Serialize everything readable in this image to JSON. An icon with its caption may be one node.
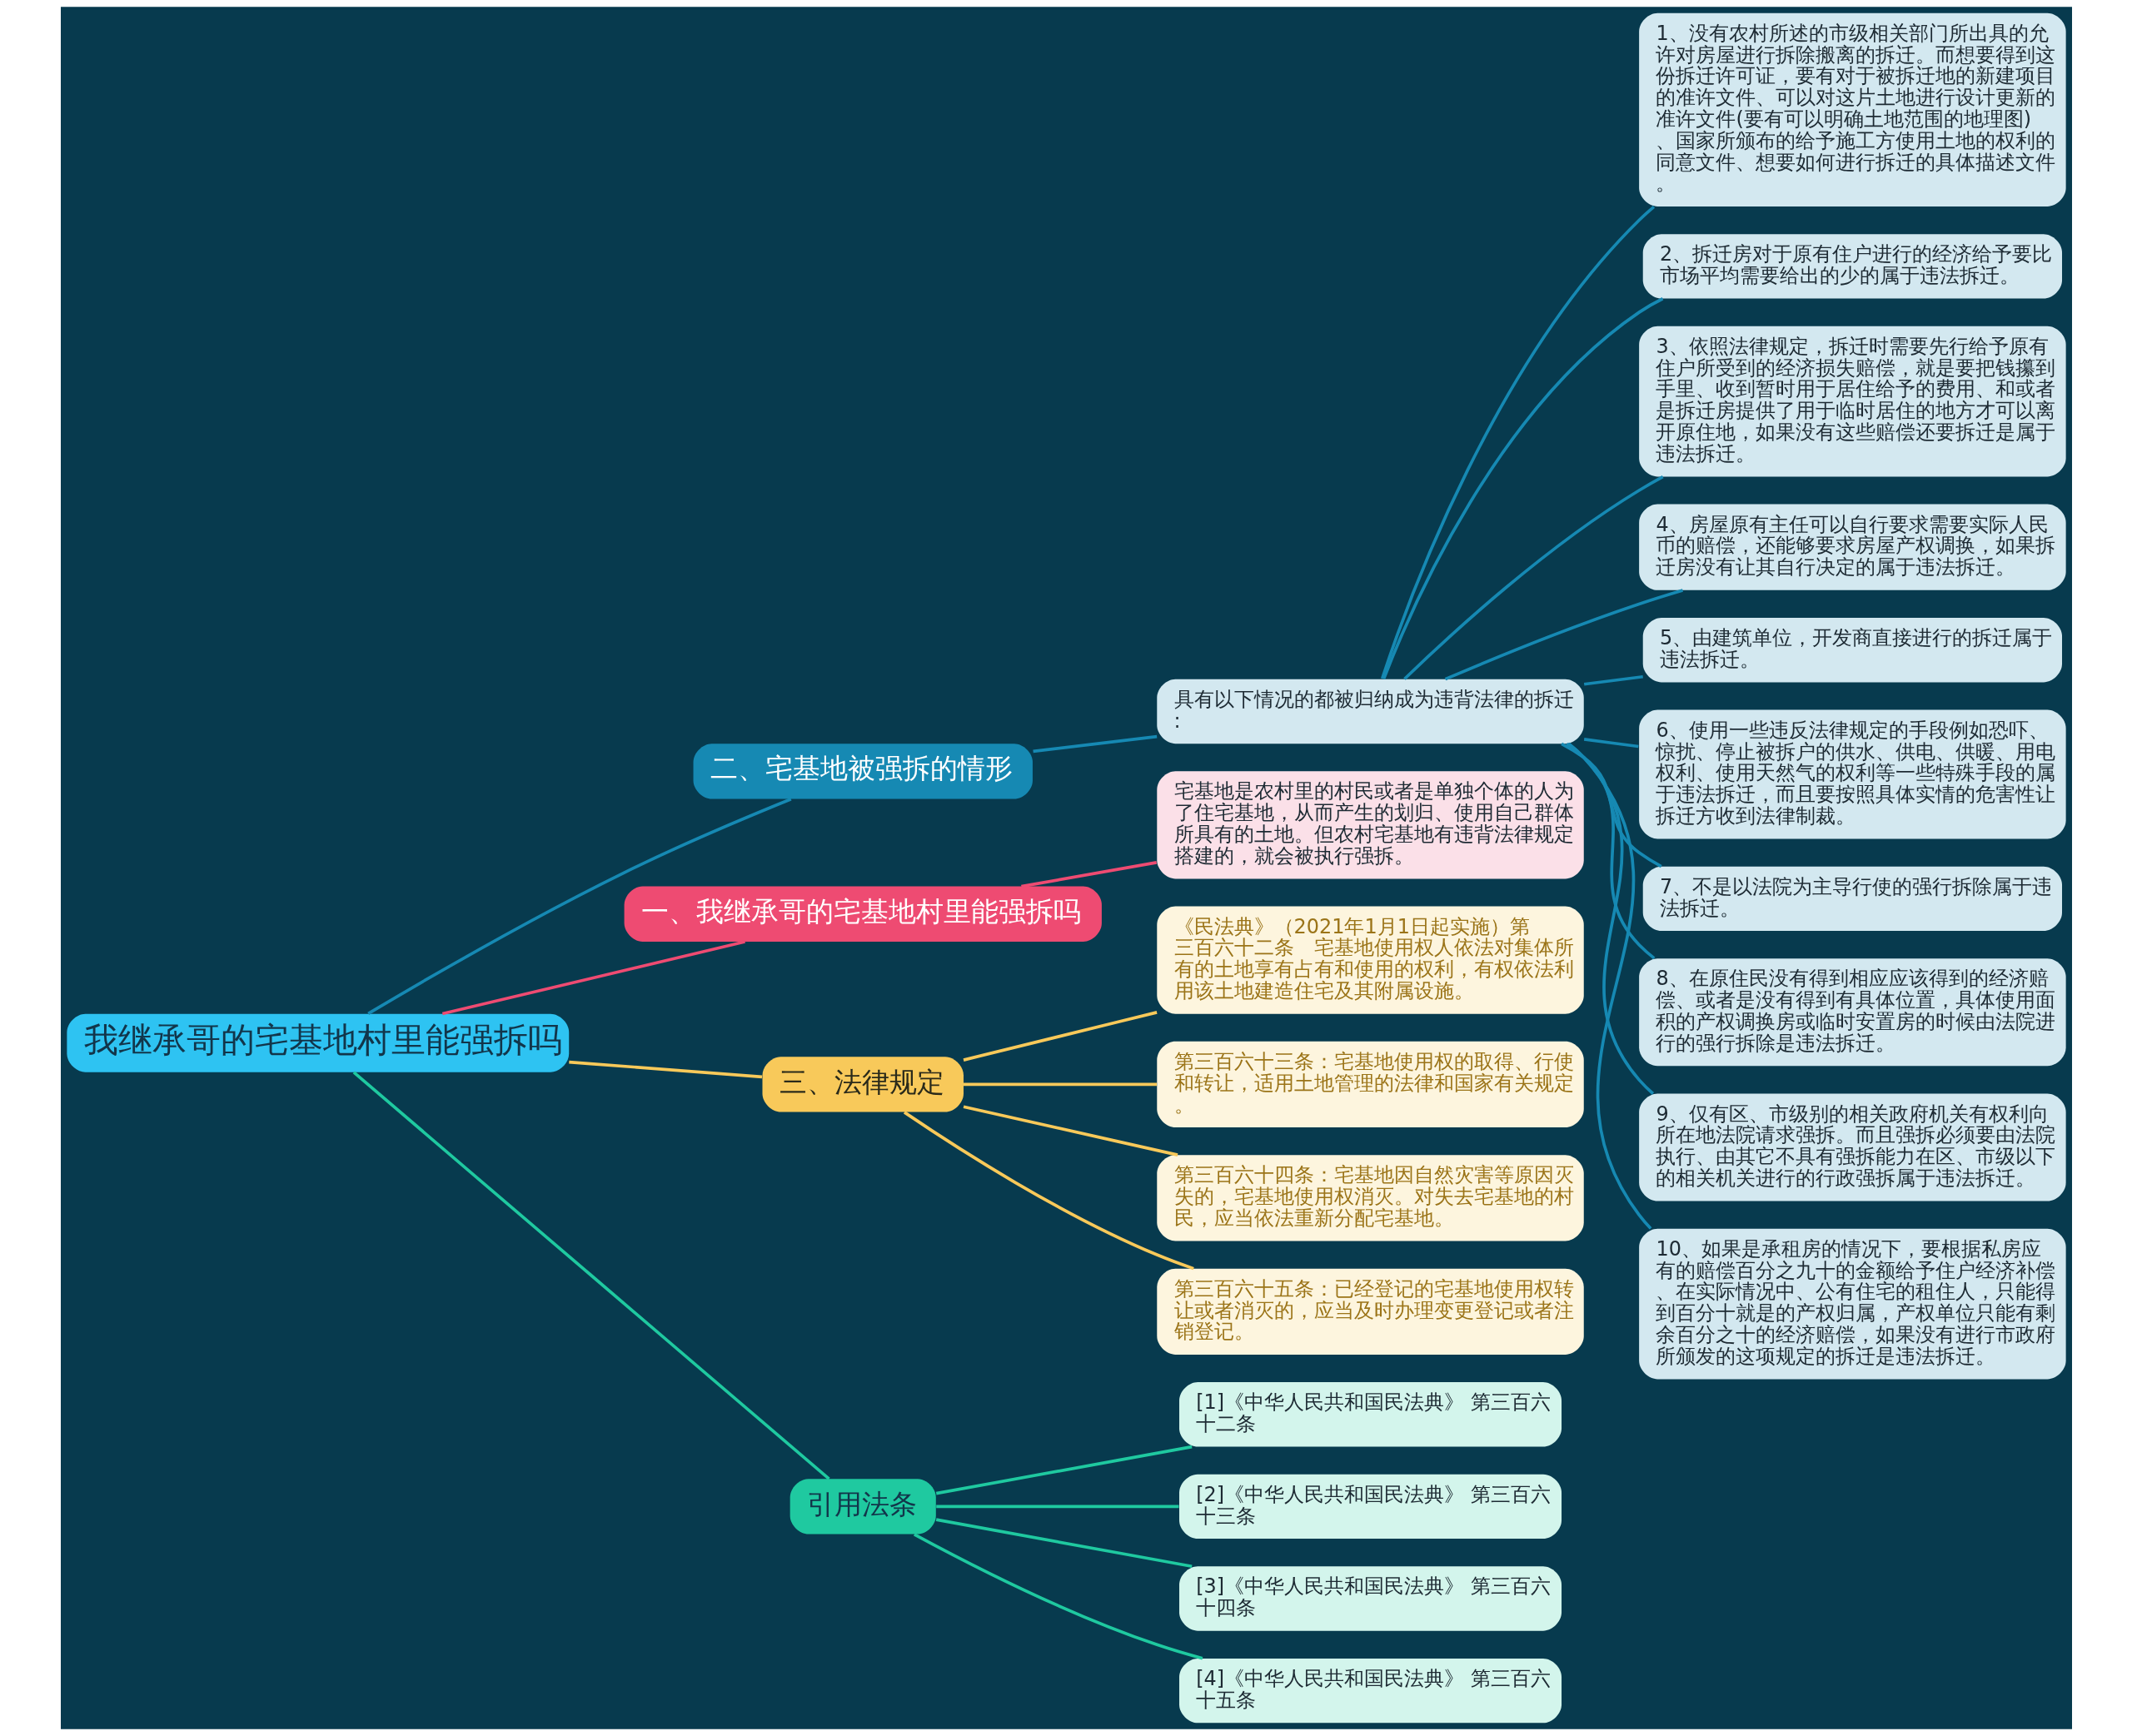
{
  "diagram": {
    "nodes": [
      {
        "text": [
          "我继承哥的宅基地村里能强拆吗"
        ]
      },
      {
        "text": [
          "二、宅基地被强拆的情形"
        ]
      },
      {
        "text": [
          "具有以下情况的都被归纳成为违背法律的拆迁 :"
        ]
      },
      {
        "text": [
          "1、没有农村所述的市级相关部门所出具的允许对房屋进行拆除搬离的拆迁。而想要得到这份拆迁许可证，要有对于被拆迁地的新建项目的准许文件、可以对这片土地进行设计更新的准许文件(要有可以明确土地范围的地理图)、国家所颁布的给予施工方使用土地的权利的同意文件、想要如何进行拆迁的具体描述文件。"
        ]
      },
      {
        "text": [
          "2、拆迁房对于原有住户进行的经济给予要比市场平均需要给出的少的属于违法拆迁。"
        ]
      },
      {
        "text": [
          "3、依照法律规定，拆迁时需要先行给予原有住户所受到的经济损失赔偿，就是要把钱攥到手里、收到暂时用于居住给予的费用、和或者是拆迁房提供了用于临时居住的地方才可以离开原住地，如果没有这些赔偿还要拆迁是属于违法拆迁。"
        ]
      },
      {
        "text": [
          "4、房屋原有主任可以自行要求需要实际人民币的赔偿，还能够要求房屋产权调换，如果拆迁房没有让其自行决定的属于违法拆迁。"
        ]
      },
      {
        "text": [
          "5、由建筑单位，开发商直接进行的拆迁属于违法拆迁。"
        ]
      },
      {
        "text": [
          "6、使用一些违反法律规定的手段例如恐吓、惊扰、停止被拆户的供水、供电、供暖、用电权利、使用天然气的权利等一些特殊手段的属于违法拆迁，而且要按照具体实情的危害性让拆迁方收到法律制裁。"
        ]
      },
      {
        "text": [
          "7、不是以法院为主导行使的强行拆除属于违法拆迁。"
        ]
      },
      {
        "text": [
          "8、在原住民没有得到相应应该得到的经济赔偿、或者是没有得到有具体位置，具体使用面积的产权调换房或临时安置房的时候由法院进行的强行拆除是违法拆迁。"
        ]
      },
      {
        "text": [
          "9、仅有区、市级别的相关政府机关有权利向所在地法院请求强拆。而且强拆必须要由法院执行、由其它不具有强拆能力在区、市级以下的相关机关进行的行政强拆属于违法拆迁。"
        ]
      },
      {
        "text": [
          "10、如果是承租房的情况下，要根据私房应有的赔偿百分之九十的金额给予住户经济补偿、在实际情况中、公有住宅的租住人，只能得到百分十就是的产权归属，产权单位只能有剩余百分之十的经济赔偿，如果没有进行市政府所颁发的这项规定的拆迁是违法拆迁。"
        ]
      },
      {
        "text": [
          "一、我继承哥的宅基地村里能强拆吗"
        ]
      },
      {
        "text": [
          "宅基地是农村里的村民或者是单独个体的人为了住宅基地，从而产生的划归、使用自己群体所具有的土地。但农村宅基地有违背法律规定搭建的，就会被执行强拆。"
        ]
      },
      {
        "text": [
          "三、法律规定"
        ]
      },
      {
        "text": [
          "《民法典》（2021年1月1日起实施）第三百六十二条　宅基地使用权人依法对集体所有的土地享有占有和使用的权利，有权依法利用该土地建造住宅及其附属设施。"
        ]
      },
      {
        "text": [
          "第三百六十三条：宅基地使用权的取得、行使和转让，适用土地管理的法律和国家有关规定。"
        ]
      },
      {
        "text": [
          "第三百六十四条：宅基地因自然灾害等原因灭失的，宅基地使用权消灭。对失去宅基地的村民，应当依法重新分配宅基地。"
        ]
      },
      {
        "text": [
          "第三百六十五条：已经登记的宅基地使用权转让或者消灭的，应当及时办理变更登记或者注销登记。"
        ]
      },
      {
        "text": [
          "引用法条"
        ]
      },
      {
        "text": [
          "[1]《中华人民共和国民法典》 第三百六十二条"
        ]
      },
      {
        "text": [
          "[2]《中华人民共和国民法典》 第三百六十三条"
        ]
      },
      {
        "text": [
          "[3]《中华人民共和国民法典》 第三百六十四条"
        ]
      },
      {
        "text": [
          "[4]《中华人民共和国民法典》 第三百六十五条"
        ]
      }
    ],
    "edges": [
      {
        "from": 0,
        "to": 1,
        "arrow": "none"
      },
      {
        "from": 1,
        "to": 2,
        "arrow": "none"
      },
      {
        "from": 2,
        "to": 3,
        "arrow": "none"
      },
      {
        "from": 2,
        "to": 4,
        "arrow": "none"
      },
      {
        "from": 2,
        "to": 5,
        "arrow": "none"
      },
      {
        "from": 2,
        "to": 6,
        "arrow": "none"
      },
      {
        "from": 2,
        "to": 7,
        "arrow": "none"
      },
      {
        "from": 2,
        "to": 8,
        "arrow": "none"
      },
      {
        "from": 2,
        "to": 9,
        "arrow": "none"
      },
      {
        "from": 2,
        "to": 10,
        "arrow": "none"
      },
      {
        "from": 2,
        "to": 11,
        "arrow": "none"
      },
      {
        "from": 2,
        "to": 12,
        "arrow": "none"
      },
      {
        "from": 0,
        "to": 13,
        "arrow": "none",
        "color": "#ee4b72"
      },
      {
        "from": 13,
        "to": 14,
        "arrow": "none",
        "color": "#ee4b72"
      },
      {
        "from": 0,
        "to": 15,
        "arrow": "none",
        "color": "#f8c95a"
      },
      {
        "from": 15,
        "to": 16,
        "arrow": "none",
        "color": "#f8c95a"
      },
      {
        "from": 15,
        "to": 17,
        "arrow": "none",
        "color": "#f8c95a"
      },
      {
        "from": 15,
        "to": 18,
        "arrow": "none",
        "color": "#f8c95a"
      },
      {
        "from": 15,
        "to": 19,
        "arrow": "none",
        "color": "#f8c95a"
      },
      {
        "from": 0,
        "to": 20,
        "arrow": "none",
        "color": "#1fc9a0"
      },
      {
        "from": 20,
        "to": 21,
        "arrow": "none",
        "color": "#1fc9a0"
      },
      {
        "from": 20,
        "to": 22,
        "arrow": "none",
        "color": "#1fc9a0"
      },
      {
        "from": 20,
        "to": 23,
        "arrow": "none",
        "color": "#1fc9a0"
      },
      {
        "from": 20,
        "to": 24,
        "arrow": "none",
        "color": "#1fc9a0"
      }
    ]
  }
}
